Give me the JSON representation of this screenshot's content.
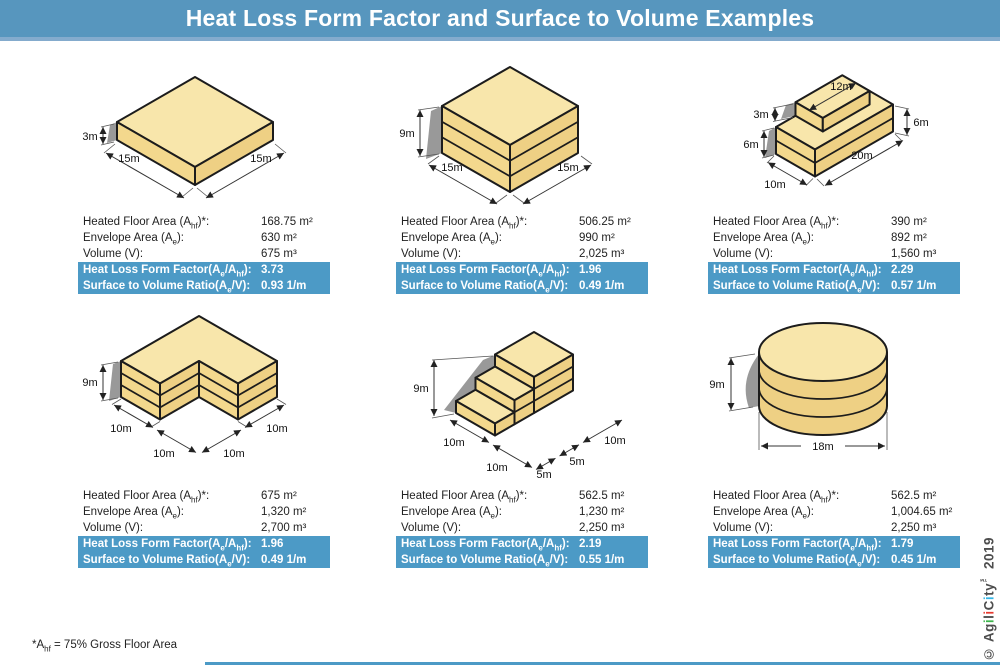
{
  "header": {
    "title": "Heat Loss Form Factor and Surface to Volume Examples"
  },
  "table_rows": [
    {
      "key": "heated_floor_area",
      "highlight": false,
      "parts": [
        {
          "t": "Heated Floor Area (A"
        },
        {
          "sub": "hf"
        },
        {
          "t": ")*:"
        }
      ]
    },
    {
      "key": "envelope_area",
      "highlight": false,
      "parts": [
        {
          "t": "Envelope Area (A"
        },
        {
          "sub": "e"
        },
        {
          "t": "):"
        }
      ]
    },
    {
      "key": "volume",
      "highlight": false,
      "parts": [
        {
          "t": "Volume (V):"
        }
      ]
    },
    {
      "key": "form_factor",
      "highlight": true,
      "parts": [
        {
          "t": "Heat Loss Form Factor(A"
        },
        {
          "sub": "e"
        },
        {
          "t": "/A"
        },
        {
          "sub": "hf"
        },
        {
          "t": "):"
        }
      ]
    },
    {
      "key": "surface_to_volume",
      "highlight": true,
      "parts": [
        {
          "t": "Surface to Volume Ratio(A"
        },
        {
          "sub": "e"
        },
        {
          "t": "/V):"
        }
      ]
    }
  ],
  "examples": [
    {
      "shape": "flat-slab",
      "dims": [
        "3m",
        "15m",
        "15m"
      ],
      "values": {
        "heated_floor_area": "168.75 m²",
        "envelope_area": "630 m²",
        "volume": "675 m³",
        "form_factor": "3.73",
        "surface_to_volume": "0.93 1/m"
      }
    },
    {
      "shape": "three-storey-box",
      "dims": [
        "9m",
        "15m",
        "15m"
      ],
      "values": {
        "heated_floor_area": "506.25 m²",
        "envelope_area": "990 m²",
        "volume": "2,025 m³",
        "form_factor": "1.96",
        "surface_to_volume": "0.49 1/m"
      }
    },
    {
      "shape": "stepped-two-tier",
      "dims": [
        "12m",
        "3m",
        "6m",
        "6m",
        "10m",
        "20m"
      ],
      "values": {
        "heated_floor_area": "390 m²",
        "envelope_area": "892 m²",
        "volume": "1,560 m³",
        "form_factor": "2.29",
        "surface_to_volume": "0.57 1/m"
      }
    },
    {
      "shape": "l-shaped-block",
      "dims": [
        "9m",
        "10m",
        "10m",
        "10m",
        "10m"
      ],
      "values": {
        "heated_floor_area": "675 m²",
        "envelope_area": "1,320 m²",
        "volume": "2,700 m³",
        "form_factor": "1.96",
        "surface_to_volume": "0.49 1/m"
      }
    },
    {
      "shape": "terraced-steps",
      "dims": [
        "9m",
        "10m",
        "10m",
        "5m",
        "5m",
        "10m"
      ],
      "values": {
        "heated_floor_area": "562.5 m²",
        "envelope_area": "1,230 m²",
        "volume": "2,250 m³",
        "form_factor": "2.19",
        "surface_to_volume": "0.55 1/m"
      }
    },
    {
      "shape": "cylinder",
      "dims": [
        "9m",
        "18m"
      ],
      "values": {
        "heated_floor_area": "562.5 m²",
        "envelope_area": "1,004.65 m²",
        "volume": "2,250 m³",
        "form_factor": "1.79",
        "surface_to_volume": "0.45 1/m"
      }
    }
  ],
  "footnote": {
    "parts": [
      {
        "t": "*A"
      },
      {
        "sub": "hf"
      },
      {
        "t": " = 75% Gross Floor Area"
      }
    ]
  },
  "footer_brand": {
    "parts": [
      {
        "t": "© Ag"
      },
      {
        "t": "i",
        "color": "#3cb44b"
      },
      {
        "t": "l"
      },
      {
        "t": "i",
        "color": "#e6392f"
      },
      {
        "t": "C"
      },
      {
        "t": "i",
        "color": "#33b5e5"
      },
      {
        "t": "ty"
      },
      {
        "t": "™",
        "sup": true
      },
      {
        "t": " 2019"
      }
    ]
  },
  "colors": {
    "header_bg": "#5796be",
    "header_strip": "#84abcd",
    "highlight_bg": "#4c9ac6",
    "face_top": "#f8e6ab",
    "face_light": "#f3d88d",
    "face_dark": "#eed084",
    "shadow": "#8e8e8e",
    "outline": "#1c1c1c"
  }
}
